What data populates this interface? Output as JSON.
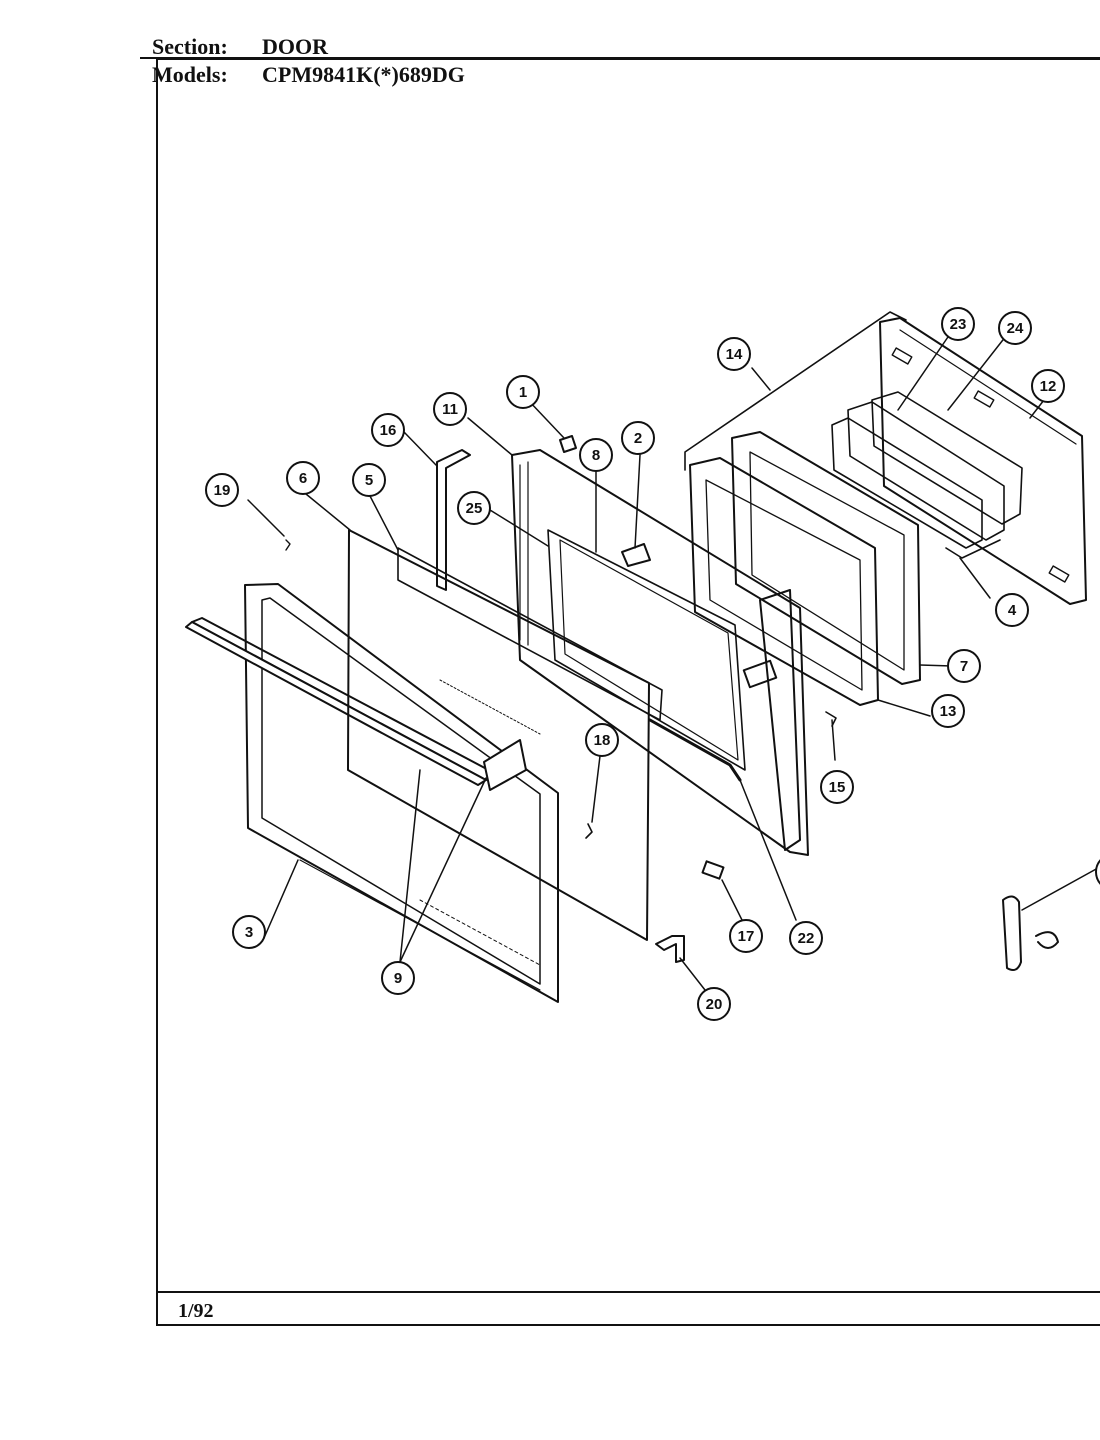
{
  "header": {
    "section_label": "Section:",
    "section_value": "DOOR",
    "models_label": "Models:",
    "models_value": "CPM9841K(*)689DG"
  },
  "footer": {
    "date_code": "1/92"
  },
  "callouts": [
    {
      "id": "c1",
      "label": "1"
    },
    {
      "id": "c2",
      "label": "2"
    },
    {
      "id": "c3",
      "label": "3"
    },
    {
      "id": "c4",
      "label": "4"
    },
    {
      "id": "c5",
      "label": "5"
    },
    {
      "id": "c6",
      "label": "6"
    },
    {
      "id": "c7",
      "label": "7"
    },
    {
      "id": "c8",
      "label": "8"
    },
    {
      "id": "c9",
      "label": "9"
    },
    {
      "id": "c11",
      "label": "11"
    },
    {
      "id": "c12",
      "label": "12"
    },
    {
      "id": "c13",
      "label": "13"
    },
    {
      "id": "c14",
      "label": "14"
    },
    {
      "id": "c15",
      "label": "15"
    },
    {
      "id": "c16",
      "label": "16"
    },
    {
      "id": "c17",
      "label": "17"
    },
    {
      "id": "c18",
      "label": "18"
    },
    {
      "id": "c19",
      "label": "19"
    },
    {
      "id": "c20",
      "label": "20"
    },
    {
      "id": "c22",
      "label": "22"
    },
    {
      "id": "c23",
      "label": "23"
    },
    {
      "id": "c24",
      "label": "24"
    },
    {
      "id": "c25",
      "label": "25"
    }
  ]
}
